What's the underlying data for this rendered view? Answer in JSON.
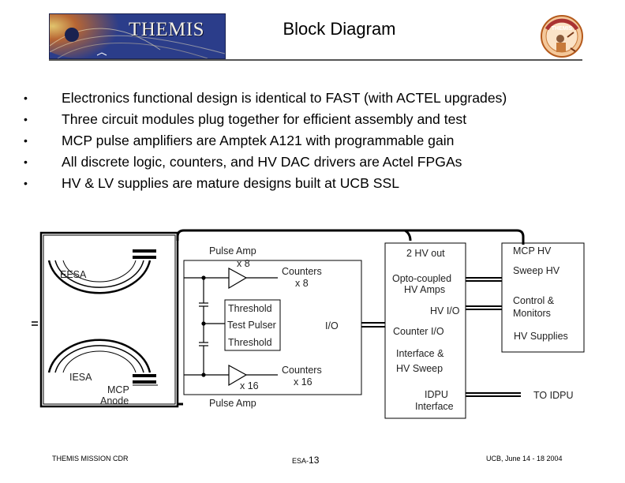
{
  "header": {
    "logo_text": "THEMIS",
    "title": "Block Diagram",
    "seal_text": "THEMIS"
  },
  "bullets": [
    "Electronics functional design is identical to FAST (with ACTEL upgrades)",
    "Three circuit modules plug together for efficient assembly and test",
    "MCP pulse amplifiers are Amptek A121 with programmable gain",
    "All discrete logic, counters, and HV DAC drivers are Actel FPGAs",
    "HV & LV supplies are mature designs built at UCB SSL"
  ],
  "bullet_symbol": "•",
  "diagram": {
    "eesa": "EESA",
    "iesa": "IESA",
    "mcp_anode_1": "MCP",
    "mcp_anode_2": "Anode",
    "pulse_amp_top": "Pulse Amp",
    "x8_amp": "x 8",
    "counters_top": "Counters",
    "x8_counters": "x 8",
    "threshold_1": "Threshold",
    "test_pulser": "Test Pulser",
    "threshold_2": "Threshold",
    "io": "I/O",
    "counters_bottom": "Counters",
    "x16_counters": "x 16",
    "x16_amp": "x 16",
    "pulse_amp_bottom": "Pulse Amp",
    "hv_out": "2 HV out",
    "opto_1": "Opto-coupled",
    "opto_2": "HV Amps",
    "hv_io": "HV I/O",
    "counter_io": "Counter I/O",
    "interface_1": "Interface &",
    "interface_2": "HV Sweep",
    "idpu_1": "IDPU",
    "idpu_2": "Interface",
    "mcp_hv": "MCP  HV",
    "sweep_hv": "Sweep HV",
    "control_1": "Control &",
    "control_2": "Monitors",
    "hv_supplies": "HV Supplies",
    "to_idpu": "TO IDPU"
  },
  "footer": {
    "left": "THEMIS MISSION CDR",
    "center_prefix": "ESA-",
    "center_page": "13",
    "right": "UCB, June 14 - 18 2004"
  },
  "colors": {
    "logo_bg": "#2b3d8a",
    "line": "#000000"
  }
}
